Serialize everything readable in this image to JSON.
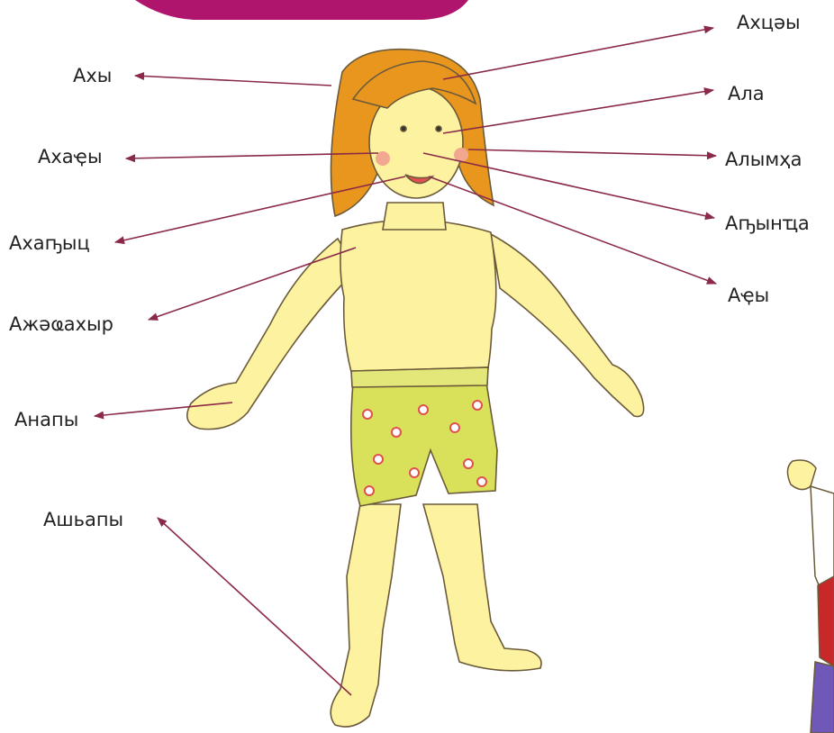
{
  "diagram": {
    "labels": {
      "akhy": "Ахы",
      "akhtsvy": "Ахцәы",
      "ala": "Ала",
      "akhatsy": "Ахаҿы",
      "alymkha": "Алымҳа",
      "apyntsa": "Аҧынҵа",
      "akhapyts": "Ахаҧыц",
      "atsy": "Аҿы",
      "azhvakhyr": "Ажәҩахыр",
      "anapy": "Анапы",
      "ashyapy": "Ашьапы"
    }
  },
  "colors": {
    "pointer": "#8a2a48",
    "skin": "#fdf2a0",
    "hair": "#e8961e",
    "shorts": "#d9e05a",
    "banner": "#b0156e"
  }
}
